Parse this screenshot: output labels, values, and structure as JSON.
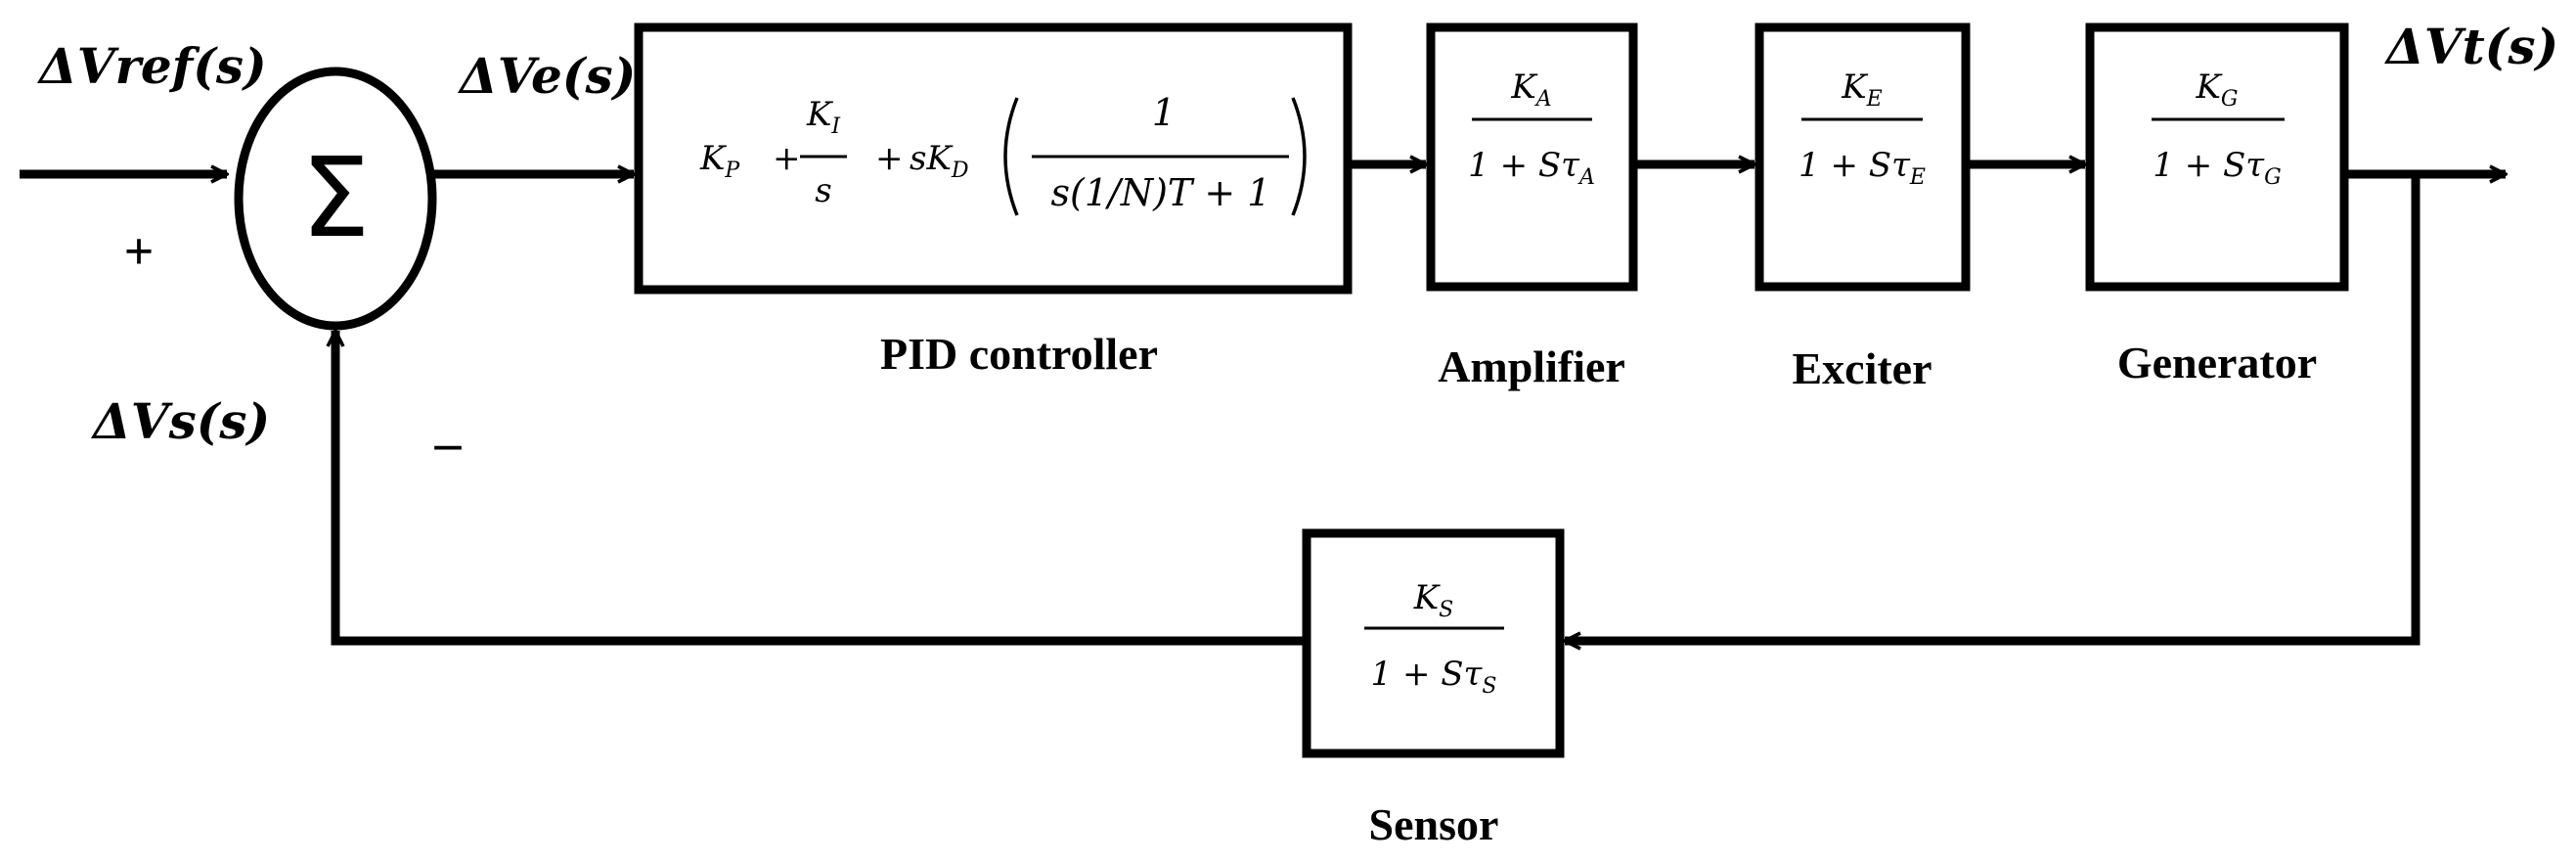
{
  "signals": {
    "ref": "ΔVref(s)",
    "error": "ΔVe(s)",
    "sensor_out": "ΔVs(s)",
    "terminal": "ΔVt(s)"
  },
  "summer": {
    "symbol": "Σ",
    "plus_sign": "+",
    "minus_sign": "–"
  },
  "blocks": {
    "pid": {
      "caption": "PID controller",
      "kp": "K",
      "kp_sub": "P",
      "plus1": "+",
      "ki": "K",
      "ki_sub": "I",
      "ki_den": "s",
      "plus2": "+",
      "skd": "sK",
      "kd_sub": "D",
      "inner_num": "1",
      "inner_den": "s(1/N)T + 1"
    },
    "amplifier": {
      "caption": "Amplifier",
      "num": "K",
      "num_sub": "A",
      "den": "1 + Sτ",
      "den_sub": "A"
    },
    "exciter": {
      "caption": "Exciter",
      "num": "K",
      "num_sub": "E",
      "den": "1 + Sτ",
      "den_sub": "E"
    },
    "generator": {
      "caption": "Generator",
      "num": "K",
      "num_sub": "G",
      "den": "1 + Sτ",
      "den_sub": "G"
    },
    "sensor": {
      "caption": "Sensor",
      "num": "K",
      "num_sub": "S",
      "den": "1 + Sτ",
      "den_sub": "S"
    }
  }
}
